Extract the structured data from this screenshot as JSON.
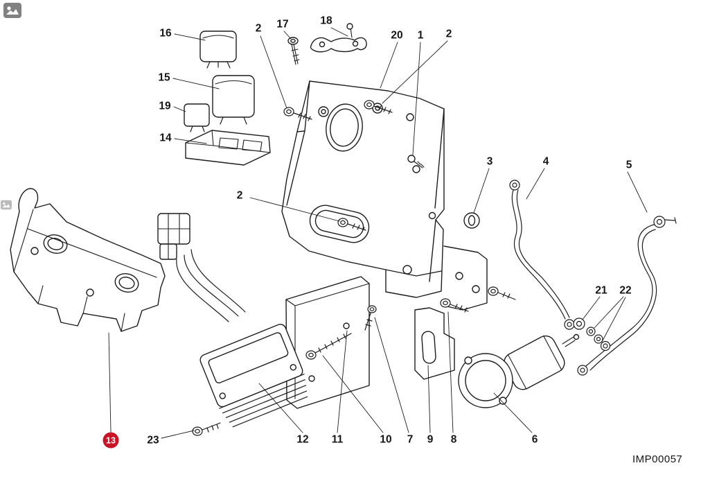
{
  "diagram": {
    "code": "IMP00057",
    "background_color": "#ffffff",
    "line_color": "#1c1c1c",
    "highlight_color": "#c81426"
  },
  "callouts": [
    {
      "label": "16"
    },
    {
      "label": "2"
    },
    {
      "label": "17"
    },
    {
      "label": "18"
    },
    {
      "label": "20"
    },
    {
      "label": "1"
    },
    {
      "label": "2"
    },
    {
      "label": "15"
    },
    {
      "label": "19"
    },
    {
      "label": "14"
    },
    {
      "label": "2"
    },
    {
      "label": "3"
    },
    {
      "label": "4"
    },
    {
      "label": "5"
    },
    {
      "label": "21"
    },
    {
      "label": "22"
    },
    {
      "label": "13",
      "highlighted": true
    },
    {
      "label": "23"
    },
    {
      "label": "12"
    },
    {
      "label": "11"
    },
    {
      "label": "10"
    },
    {
      "label": "7"
    },
    {
      "label": "9"
    },
    {
      "label": "8"
    },
    {
      "label": "6"
    }
  ],
  "icons": {
    "top_left": "image-placeholder-icon",
    "mid_left": "image-placeholder-icon"
  }
}
